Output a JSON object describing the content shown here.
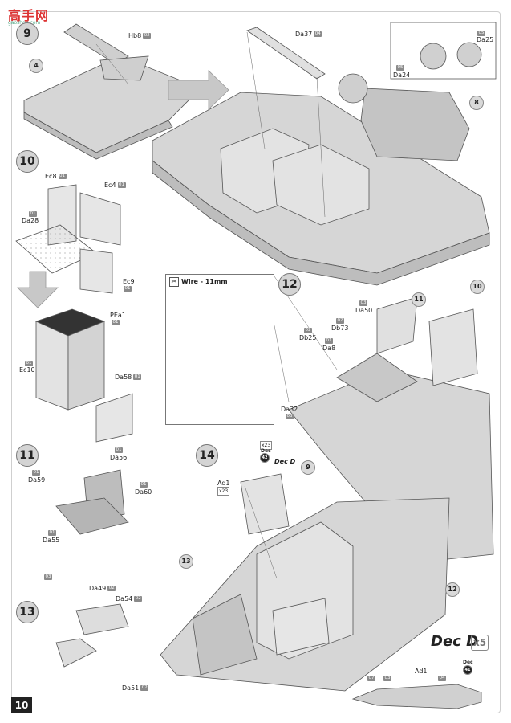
{
  "logo": {
    "text": "高手网",
    "url": "gaoshou.com"
  },
  "page_number": "10",
  "steps": {
    "s9": "9",
    "s10": "10",
    "s11": "11",
    "s12": "12",
    "s13": "13",
    "s14": "14"
  },
  "callouts": {
    "c4": "4",
    "c8": "8",
    "c9": "9",
    "c10": "10",
    "c11": "11",
    "c12": "12",
    "c13": "13"
  },
  "wire_label": "Wire - 11mm",
  "dec_title": "Dec D",
  "dec_mult": "x5",
  "parts": {
    "hb8": {
      "name": "Hb8",
      "code": "02"
    },
    "da37": {
      "name": "Da37",
      "code": "04"
    },
    "da25_top": {
      "name": "Da25",
      "code": "05"
    },
    "da24": {
      "name": "Da24",
      "code": "05"
    },
    "ec8": {
      "name": "Ec8",
      "code": "01"
    },
    "ec4": {
      "name": "Ec4",
      "code": "01"
    },
    "da28": {
      "name": "Da28",
      "code": "01"
    },
    "ec9": {
      "name": "Ec9",
      "code": "01"
    },
    "pea1": {
      "name": "PEa1",
      "code": "01"
    },
    "ec10": {
      "name": "Ec10",
      "code": "01"
    },
    "da58": {
      "name": "Da58",
      "code": "01"
    },
    "da50": {
      "name": "Da50",
      "code": "03"
    },
    "db73": {
      "name": "Db73",
      "code": "02"
    },
    "db25": {
      "name": "Db25",
      "code": "02"
    },
    "da8": {
      "name": "Da8",
      "code": "01"
    },
    "da32": {
      "name": "Da32",
      "code": "03"
    },
    "da59": {
      "name": "Da59",
      "code": "01"
    },
    "da56": {
      "name": "Da56",
      "code": "01"
    },
    "da60": {
      "name": "Da60",
      "code": "01"
    },
    "da55": {
      "name": "Da55",
      "code": "01"
    },
    "ad1": {
      "name": "Ad1",
      "mult": "x23"
    },
    "dec_top": {
      "mult": "x23",
      "label": "Dec",
      "num": "42"
    },
    "dec_d_label": "Dec D",
    "da49": {
      "name": "Da49",
      "code": "02"
    },
    "da54": {
      "name": "Da54",
      "code": "02"
    },
    "da51": {
      "name": "Da51",
      "code": "02"
    },
    "part03": {
      "code": "03"
    },
    "ad1_bottom": {
      "name": "Ad1",
      "code": "04"
    },
    "dec_bottom": {
      "label": "Dec",
      "num": "41"
    },
    "code07": "07",
    "code03b": "03"
  }
}
